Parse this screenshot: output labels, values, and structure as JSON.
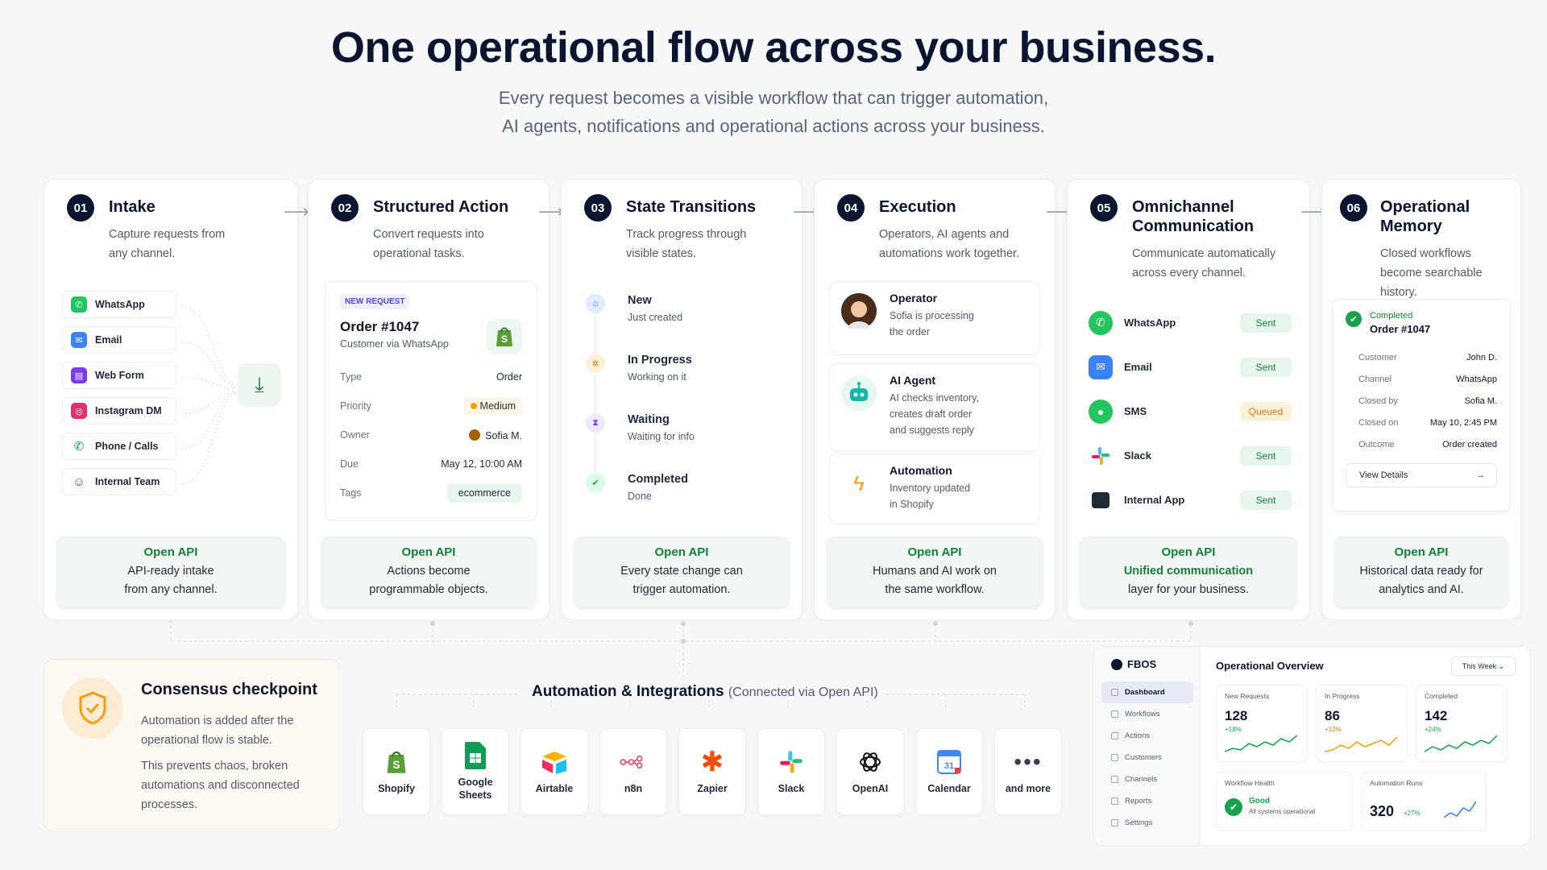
{
  "hero": {
    "title": "One operational flow across your business.",
    "subtitle_line1": "Every request becomes a visible workflow that can trigger automation,",
    "subtitle_line2": "AI agents, notifications and operational actions across your business."
  },
  "steps": [
    {
      "num": "01",
      "title": "Intake",
      "desc": "Capture requests from any channel.",
      "api_title": "Open API",
      "api_line1": "API-ready intake",
      "api_line2": "from any channel."
    },
    {
      "num": "02",
      "title": "Structured Action",
      "desc": "Convert requests into operational tasks.",
      "api_title": "Open API",
      "api_line1": "Actions become",
      "api_line2": "programmable objects."
    },
    {
      "num": "03",
      "title": "State Transitions",
      "desc": "Track progress through visible states.",
      "api_title": "Open API",
      "api_line1": "Every state change can",
      "api_line2": "trigger automation."
    },
    {
      "num": "04",
      "title": "Execution",
      "desc": "Operators, AI agents and automations work together.",
      "api_title": "Open API",
      "api_line1": "Humans and AI work on",
      "api_line2": "the same workflow."
    },
    {
      "num": "05",
      "title": "Omnichannel Communication",
      "desc": "Communicate automatically across every channel.",
      "api_title": "Open API",
      "api_line1": "Unified communication",
      "api_line2": "layer for your business."
    },
    {
      "num": "06",
      "title": "Operational Memory",
      "desc": "Closed workflows become searchable history.",
      "api_title": "Open API",
      "api_line1": "Historical data ready for",
      "api_line2": "analytics and AI."
    }
  ],
  "intake_channels": [
    "WhatsApp",
    "Email",
    "Web Form",
    "Instagram DM",
    "Phone / Calls",
    "Internal Team"
  ],
  "order": {
    "badge": "NEW REQUEST",
    "title": "Order #1047",
    "sub": "Customer via WhatsApp",
    "rows": [
      {
        "k": "Type",
        "v": "Order"
      },
      {
        "k": "Priority",
        "v": "Medium"
      },
      {
        "k": "Owner",
        "v": "Sofia M."
      },
      {
        "k": "Due",
        "v": "May 12, 10:00 AM"
      },
      {
        "k": "Tags",
        "v": "ecommerce"
      }
    ]
  },
  "states": [
    {
      "name": "New",
      "sub": "Just created"
    },
    {
      "name": "In Progress",
      "sub": "Working on it"
    },
    {
      "name": "Waiting",
      "sub": "Waiting for info"
    },
    {
      "name": "Completed",
      "sub": "Done"
    }
  ],
  "execution": [
    {
      "name": "Operator",
      "sub1": "Sofia is processing",
      "sub2": "the order",
      "sub3": ""
    },
    {
      "name": "AI Agent",
      "sub1": "AI checks inventory,",
      "sub2": "creates draft order",
      "sub3": "and suggests reply"
    },
    {
      "name": "Automation",
      "sub1": "Inventory updated",
      "sub2": "in Shopify",
      "sub3": ""
    }
  ],
  "comms": [
    {
      "name": "WhatsApp",
      "status": "Sent"
    },
    {
      "name": "Email",
      "status": "Sent"
    },
    {
      "name": "SMS",
      "status": "Queued"
    },
    {
      "name": "Slack",
      "status": "Sent"
    },
    {
      "name": "Internal App",
      "status": "Sent"
    }
  ],
  "memory": {
    "status": "Completed",
    "title": "Order #1047",
    "rows": [
      {
        "k": "Customer",
        "v": "John D."
      },
      {
        "k": "Channel",
        "v": "WhatsApp"
      },
      {
        "k": "Closed by",
        "v": "Sofia M."
      },
      {
        "k": "Closed on",
        "v": "May 10, 2:45 PM"
      },
      {
        "k": "Outcome",
        "v": "Order created"
      }
    ],
    "button": "View Details",
    "button_arrow": "→"
  },
  "checkpoint": {
    "title": "Consensus checkpoint",
    "p1": "Automation is added after the operational flow is stable.",
    "p2": "This prevents chaos, broken automations and disconnected processes."
  },
  "integrations": {
    "title": "Automation & Integrations",
    "note": "(Connected via Open API)",
    "items": [
      "Shopify",
      "Google Sheets",
      "Airtable",
      "n8n",
      "Zapier",
      "Slack",
      "OpenAI",
      "Calendar",
      "and more"
    ]
  },
  "dashboard": {
    "logo": "FBOS",
    "nav": [
      "Dashboard",
      "Workflows",
      "Actions",
      "Customers",
      "Channels",
      "Reports",
      "Settings"
    ],
    "title": "Operational Overview",
    "period": "This Week ⌄",
    "kpis": [
      {
        "label": "New Requests",
        "value": "128",
        "change": "+18%"
      },
      {
        "label": "In Progress",
        "value": "86",
        "change": "+12%"
      },
      {
        "label": "Completed",
        "value": "142",
        "change": "+24%"
      }
    ],
    "health_label": "Workflow Health",
    "health_status": "Good",
    "health_sub": "All systems operational",
    "runs_label": "Automation Runs",
    "runs_value": "320",
    "runs_change": "+27%"
  },
  "colors": {
    "accent": "#0b1530",
    "green": "#15803d",
    "orange": "#d97706"
  }
}
